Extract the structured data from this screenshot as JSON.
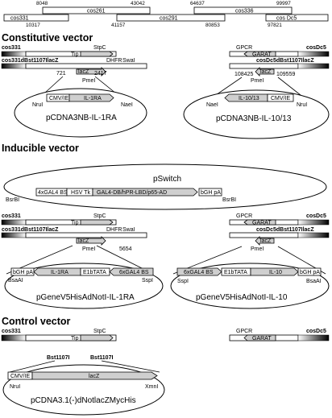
{
  "top_map": {
    "coords": [
      "8048",
      "43042",
      "64637",
      "99997",
      "10317",
      "41157",
      "80853",
      "97821"
    ],
    "cosmids": [
      "cos261",
      "cos336",
      "cos331",
      "cos291",
      "cos Dc5"
    ]
  },
  "sections": {
    "constitutive": "Constitutive vector",
    "inducible": "Inducible vector",
    "control": "Control vector"
  },
  "left_arm": {
    "cos_label": "cos331",
    "sub_label": "cos331dBst1107IlacZ",
    "tip": "Tip",
    "stpc": "StpC",
    "dhfr": "DHFR",
    "swal": "SwaI",
    "lacz": "lacZ",
    "pmel": "PmeI",
    "pos1": "721",
    "pos2": "2417",
    "pos3": "5654"
  },
  "right_arm": {
    "cos_label": "cosDc5",
    "sub_label": "cosDc5dBst1107IlacZ",
    "gpcr": "GPCR",
    "garat": "GARAT",
    "lacz": "lacZ",
    "pmel": "PmeI",
    "pos1": "108425",
    "pos2": "109559"
  },
  "constitutive": {
    "left_plasmid": "pCDNA3NB-IL-1RA",
    "left_promoter": "CMV/IE",
    "left_gene": "IL-1RA",
    "left_site1": "NruI",
    "left_site2": "NaeI",
    "right_plasmid": "pCDNA3NB-IL-10/13",
    "right_gene": "IL-10/13",
    "right_promoter": "CMV/IE",
    "right_site1": "NaeI",
    "right_site2": "NruI"
  },
  "inducible": {
    "pswitch": "pSwitch",
    "pswitch_boxes": [
      "4xGAL4 BS",
      "HSV Tk",
      "GAL4-DB/hPR-LBD/p65-AD",
      "bGH pA"
    ],
    "pswitch_site1": "BsrBI",
    "pswitch_site2": "BsrBI",
    "left_boxes": [
      "bGH pA",
      "IL-1RA",
      "E1bTATA",
      "6xGAL4 BS"
    ],
    "left_site1": "BsaAI",
    "left_site2": "SspI",
    "left_plasmid": "pGeneV5HisAdNotI-IL-1RA",
    "right_boxes": [
      "6xGAL4 BS",
      "E1bTATA",
      "IL-10",
      "bGH pA"
    ],
    "right_site1": "SspI",
    "right_site2": "BsaAI",
    "right_plasmid": "pGeneV5HisAdNotI-IL-10"
  },
  "control": {
    "left_cos": "cos331",
    "stpc": "StpC",
    "tip": "Tip",
    "bst1": "Bst1107I",
    "bst2": "Bst1107I",
    "gpcr": "GPCR",
    "garat": "GARAT",
    "right_cos": "cosDc5",
    "promoter": "CMV/IE",
    "gene": "lacZ",
    "site1": "NruI",
    "site2": "XmnI",
    "plasmid": "pCDNA3.1(-)dNotlacZMycHis"
  }
}
